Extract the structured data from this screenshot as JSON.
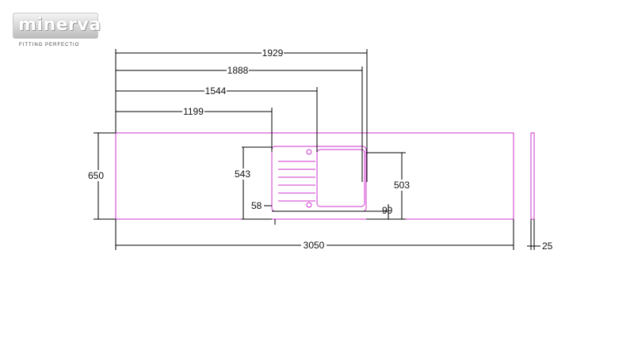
{
  "brand": {
    "name": "minerva",
    "tagline": "FITTING PERFECTIO"
  },
  "dimensions": {
    "d1929": "1929",
    "d1888": "1888",
    "d1544": "1544",
    "d1199": "1199",
    "d650": "650",
    "d543": "543",
    "d503": "503",
    "d58": "58",
    "d99": "99",
    "d3050": "3050",
    "d25": "25"
  },
  "colors": {
    "outline": "#cc33cc",
    "dimension": "#000000"
  }
}
